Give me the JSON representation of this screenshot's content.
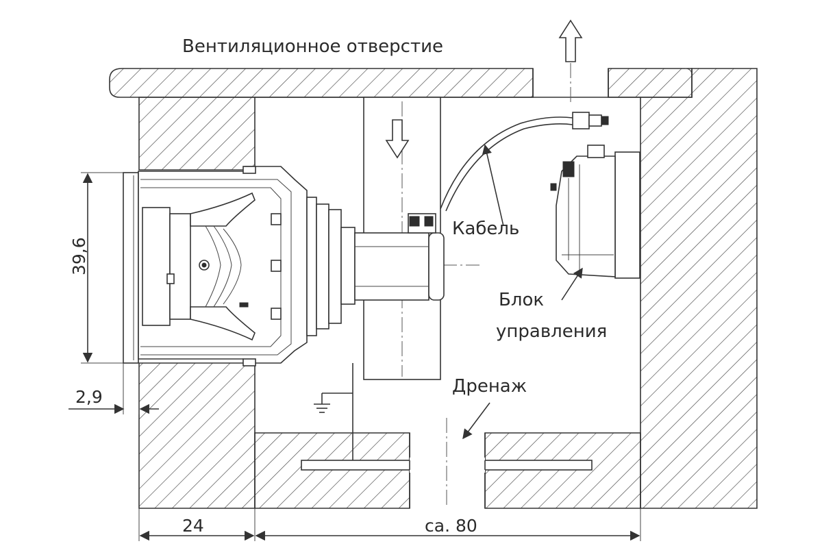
{
  "labels": {
    "vent_opening": "Вентиляционное отверстие",
    "cable": "Кабель",
    "control_unit_line1": "Блок",
    "control_unit_line2": "управления",
    "drain": "Дренаж"
  },
  "dimensions": {
    "height": "39,6",
    "flange": "2,9",
    "wall": "24",
    "depth": "ca. 80"
  },
  "icons": {
    "airflow_up": "arrow-up-icon",
    "airflow_down": "arrow-down-icon",
    "ground": "ground-icon"
  }
}
